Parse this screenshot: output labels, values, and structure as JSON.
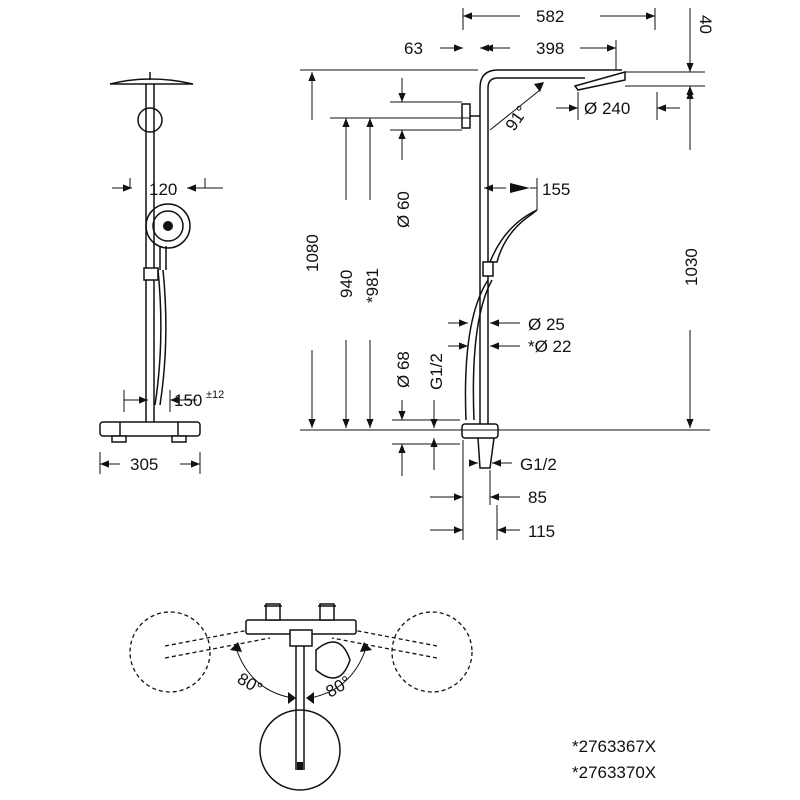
{
  "dimensions": {
    "d582": "582",
    "d40": "40",
    "d63": "63",
    "d398": "398",
    "dia240": "Ø 240",
    "angle91": "91°",
    "d1080": "1080",
    "dia60": "Ø 60",
    "d155": "155",
    "d940": "940",
    "d981": "*981",
    "d1030": "1030",
    "dia25": "Ø 25",
    "dia22": "*Ø 22",
    "dia68": "Ø 68",
    "g12_vertical": "G1/2",
    "g12_bottom": "G1/2",
    "d85": "85",
    "d115": "115",
    "d120": "120",
    "d150": "150",
    "tol12": "±12",
    "d305": "305",
    "angle80_left": "80°",
    "angle80_right": "80°"
  },
  "notes": {
    "variant1": "*2763367X",
    "variant2": "*2763370X"
  }
}
